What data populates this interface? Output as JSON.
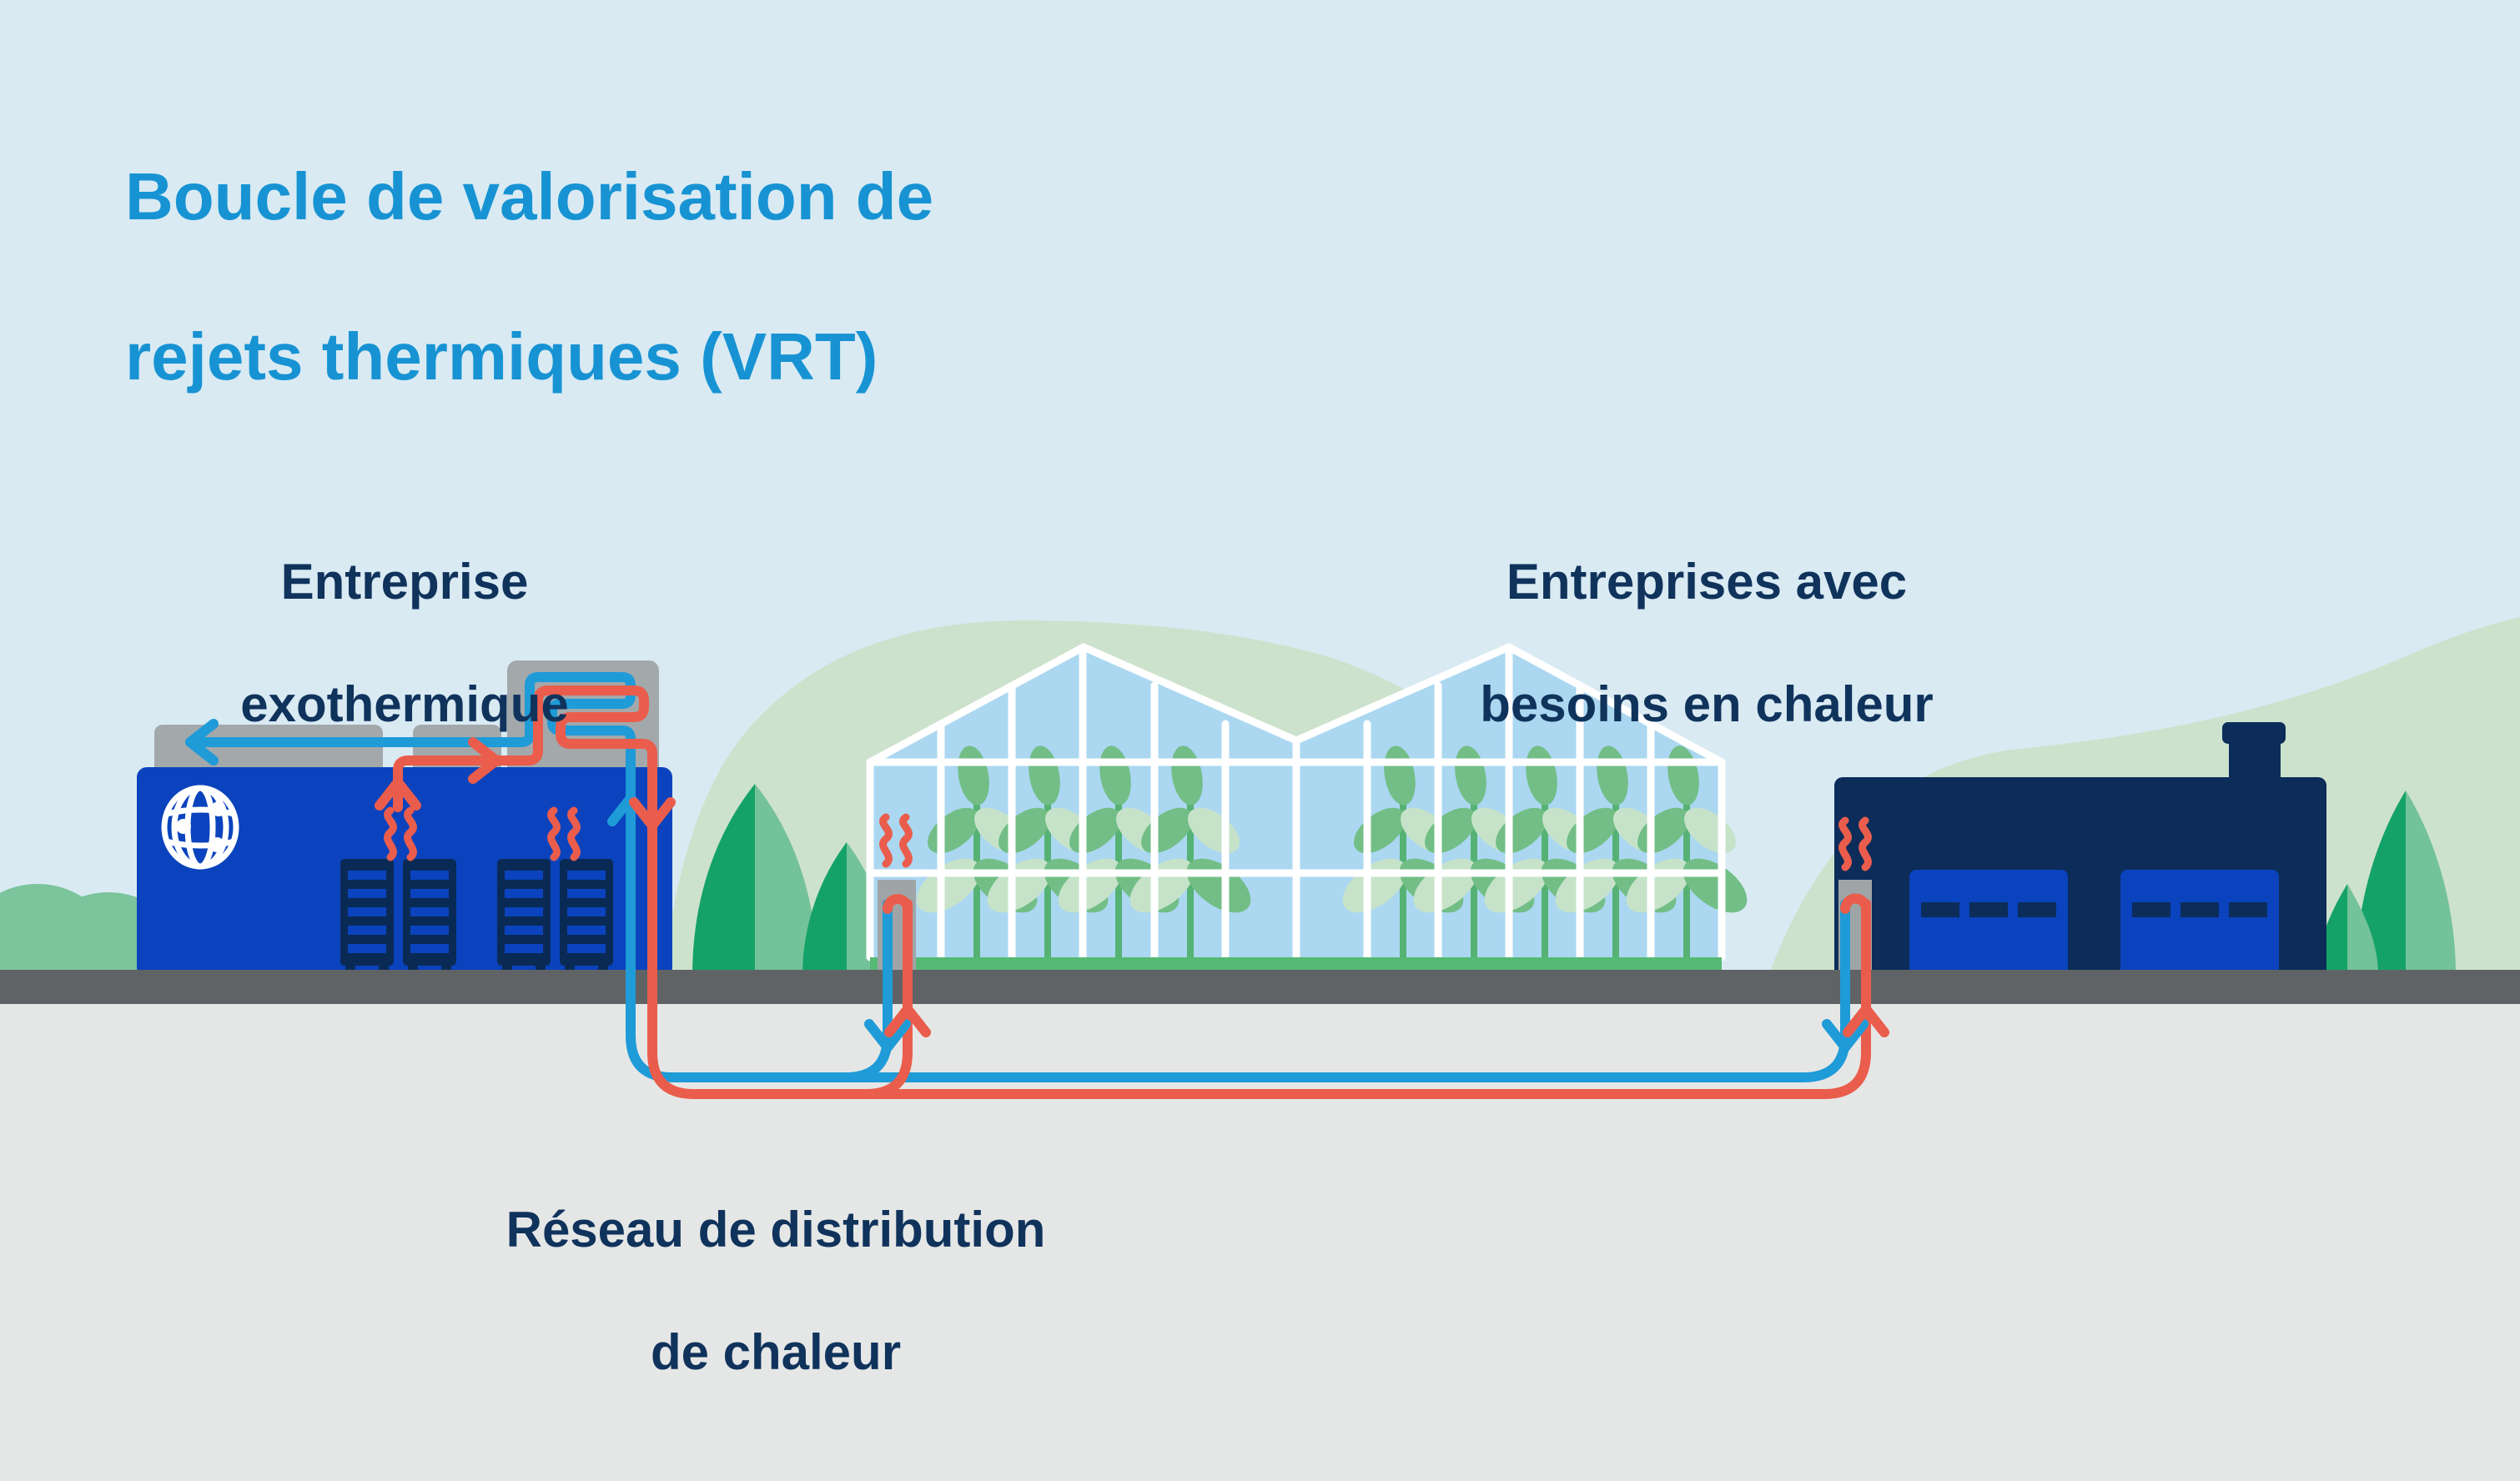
{
  "title": {
    "line1": "Boucle de valorisation de",
    "line2": "rejets thermiques (VRT)"
  },
  "labels": {
    "exothermic_company": {
      "line1": "Entreprise",
      "line2": "exothermique"
    },
    "heat_consumers": {
      "line1": "Entreprises avec",
      "line2": "besoins en chaleur"
    },
    "heat_network": {
      "line1": "Réseau de distribution",
      "line2": "de chaleur"
    }
  },
  "colors": {
    "title_blue": "#1793d3",
    "label_navy": "#10335c",
    "hot_pipe_red": "#ea5d4c",
    "cold_pipe_blue": "#1f9bd8",
    "building_royal_blue": "#0a43bd",
    "building_navy": "#0c2c5a",
    "server_rack_navy": "#0a2a56",
    "sky_blue": "#d9eaf3",
    "hill_green": "#cde2cc",
    "bush_green": "#7cc49c",
    "tree_green_dark": "#15a269",
    "tree_green_light": "#74c299",
    "greenhouse_glass": "#abd7f1",
    "greenhouse_base_green": "#55b974",
    "road_gray": "#5f6366",
    "underground_gray": "#e5e7e6",
    "equipment_gray": "#a3a8ab"
  },
  "icons": [
    {
      "name": "globe-icon",
      "meaning": "connected data-center globe on exothermic company building"
    },
    {
      "name": "server-rack-icon",
      "meaning": "server racks emitting waste heat"
    },
    {
      "name": "heat-squiggle-icon",
      "meaning": "waste heat rising"
    },
    {
      "name": "flow-arrow-icon",
      "meaning": "direction of fluid flow in pipes"
    },
    {
      "name": "heat-exchanger-icon",
      "meaning": "rooftop heat-exchange coil"
    }
  ]
}
